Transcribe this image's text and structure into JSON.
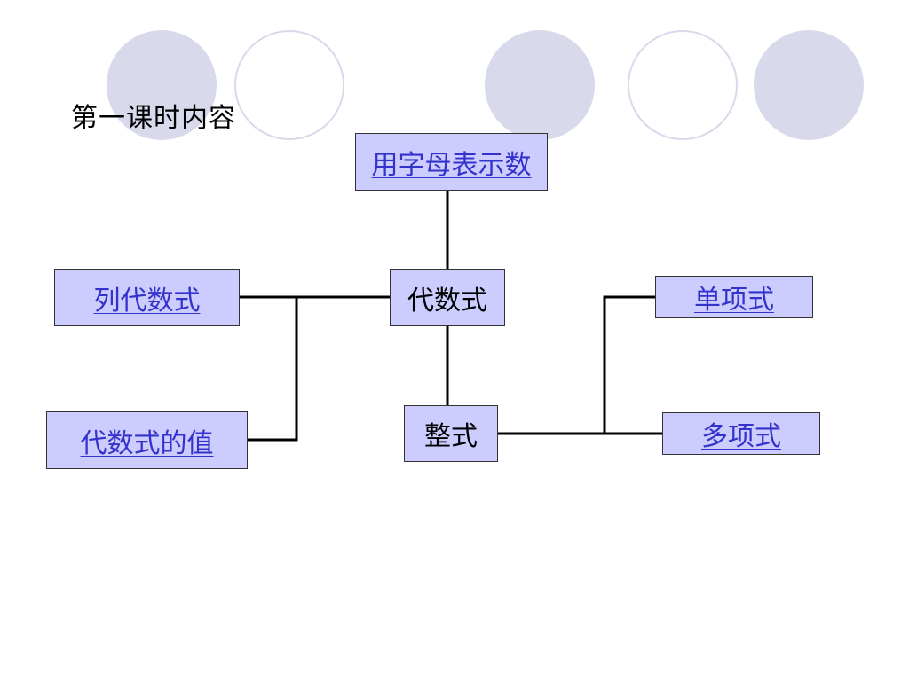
{
  "heading": "第一课时内容",
  "nodes": {
    "top": "用字母表示数",
    "center": "代数式",
    "left_top": "列代数式",
    "left_bottom": "代数式的值",
    "middle_bottom": "整式",
    "right_top": "单项式",
    "right_bottom": "多项式"
  },
  "colors": {
    "node_fill": "#ccccff",
    "link_text": "#3333cc",
    "decor_circle": "#d9d9ec"
  }
}
